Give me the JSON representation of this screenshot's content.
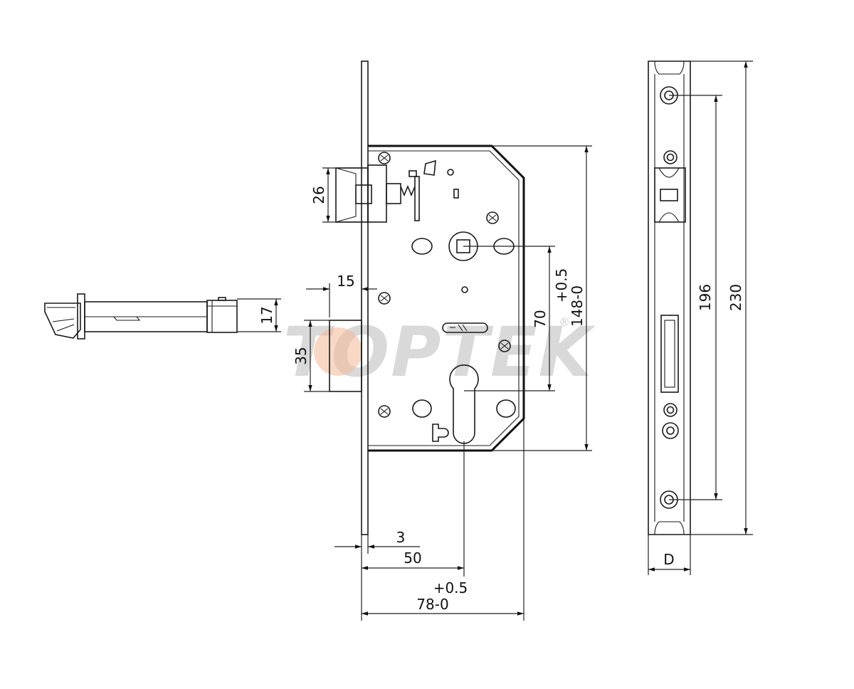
{
  "watermark": {
    "brand_text": "TOPTEK",
    "registered_mark": "®",
    "brand_color": "#d9d9d9",
    "accent_color": "#f4b896"
  },
  "dimensions": {
    "latch_height": "26",
    "deadbolt_projection": "15",
    "bolt_thickness": "17",
    "deadbolt_height": "35",
    "center_distance": "70",
    "case_height_tol": "+0.5",
    "case_height": "148-0",
    "faceplate_thickness": "3",
    "backset": "50",
    "case_depth_tol": "+0.5",
    "case_depth": "78-0",
    "screw_spacing": "196",
    "faceplate_length": "230",
    "faceplate_width": "D"
  }
}
